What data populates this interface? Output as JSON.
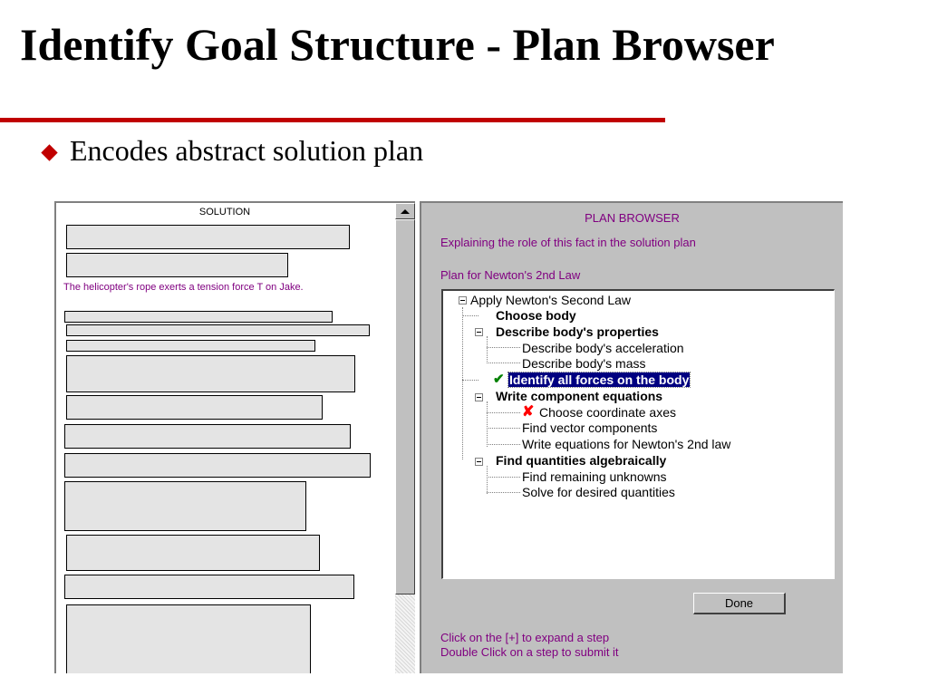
{
  "slide": {
    "title": "Identify Goal Structure - Plan Browser",
    "bullet": "Encodes abstract solution plan"
  },
  "solution": {
    "header": "SOLUTION",
    "statement": "The helicopter's rope exerts a  tension force T on Jake."
  },
  "plan_browser": {
    "title": "PLAN BROWSER",
    "explanation": "Explaining the role of this fact in the solution plan",
    "plan_for": "Plan for Newton's 2nd Law",
    "tree": {
      "root": "Apply Newton's Second Law",
      "choose_body": "Choose body",
      "describe_props": "Describe body's properties",
      "describe_accel": "Describe body's acceleration",
      "describe_mass": "Describe body's mass",
      "identify_forces": "Identify all forces on the body",
      "write_eqs": "Write component equations",
      "choose_axes": "Choose coordinate axes",
      "find_vector": "Find vector components",
      "write_newton": "Write equations for Newton's 2nd law",
      "find_quantities": "Find quantities algebraically",
      "find_remaining": "Find remaining unknowns",
      "solve_desired": "Solve for desired quantities"
    },
    "done_label": "Done",
    "help_expand": "Click on the [+] to expand a step",
    "help_submit": "Double Click on a step to submit it"
  },
  "colors": {
    "title_rule": "#c00000",
    "bullet": "#c00000",
    "pane_text": "#800080",
    "selection": "#000080",
    "check": "#008000",
    "error": "#ff0000"
  }
}
